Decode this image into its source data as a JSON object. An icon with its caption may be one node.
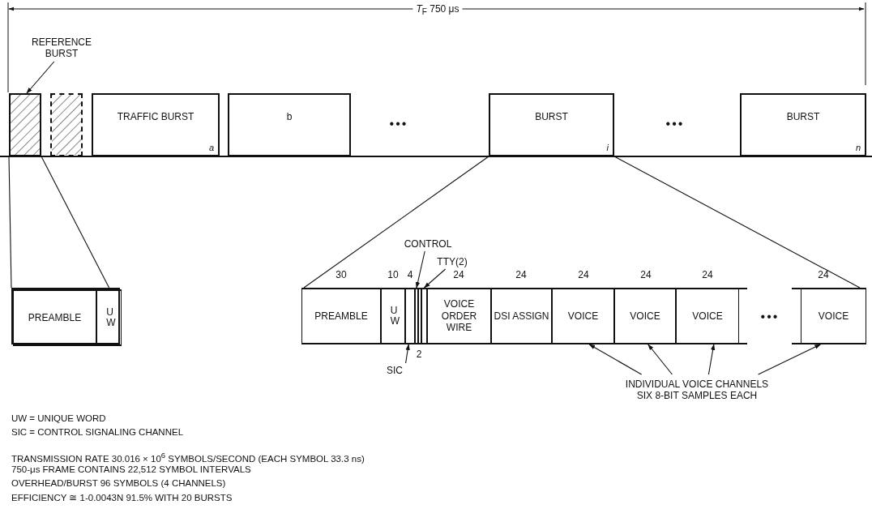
{
  "diagram": {
    "nodes": [
      {
        "text": [
          "REFERENCE BURST"
        ]
      },
      {
        "text": [],
        "shape": "box"
      },
      {
        "text": [],
        "shape": "box"
      },
      {
        "text": [
          "TRAFFIC BURST",
          "a"
        ]
      },
      {
        "text": [
          "b"
        ]
      },
      {
        "text": [
          "BURST",
          "i"
        ]
      },
      {
        "text": [
          "BURST",
          "n"
        ]
      },
      {
        "text": [],
        "shape": "box"
      },
      {
        "text": [
          "PREAMBLE"
        ],
        "in": 7
      },
      {
        "text": [
          "UW"
        ],
        "in": 7
      },
      {
        "text": [
          "CONTROL"
        ]
      },
      {
        "text": [
          "TTY(2)"
        ]
      },
      {
        "text": [
          "PREAMBLE"
        ]
      },
      {
        "text": [
          "UW"
        ]
      },
      {
        "text": [],
        "shape": "box"
      },
      {
        "text": [],
        "shape": "box"
      },
      {
        "text": [],
        "shape": "box"
      },
      {
        "text": [],
        "shape": "box"
      },
      {
        "text": [
          "VOICE ORDER WIRE"
        ]
      },
      {
        "text": [
          "DSI ASSIGN"
        ]
      },
      {
        "text": [
          "VOICE"
        ]
      },
      {
        "text": [
          "VOICE"
        ]
      },
      {
        "text": [
          "VOICE"
        ]
      },
      {
        "text": [
          "VOICE"
        ]
      },
      {
        "text": [
          "SIC"
        ]
      },
      {
        "text": [
          "INDIVIDUAL VOICE CHANNELS SIX 8-BIT SAMPLES EACH"
        ]
      }
    ],
    "edges": [
      {
        "from": 0,
        "to": 1,
        "arrow": "to"
      },
      {
        "from": 1,
        "to": 7,
        "arrow": "none"
      },
      {
        "from": 1,
        "to": 7,
        "arrow": "none"
      },
      {
        "from": 5,
        "to": 12,
        "arrow": "none"
      },
      {
        "from": 5,
        "to": 23,
        "arrow": "none"
      },
      {
        "from": 10,
        "to": 15,
        "arrow": "to"
      },
      {
        "from": 11,
        "to": 17,
        "arrow": "to"
      },
      {
        "from": 24,
        "to": 14,
        "arrow": "to"
      },
      {
        "from": 25,
        "to": 20,
        "arrow": "to"
      },
      {
        "from": 25,
        "to": 21,
        "arrow": "to"
      },
      {
        "from": 25,
        "to": 22,
        "arrow": "to"
      },
      {
        "from": 25,
        "to": 23,
        "arrow": "to"
      }
    ],
    "labels": [
      "*T*$_{F}$ 750 μs",
      "•••",
      "•••",
      "30",
      "10",
      "4",
      "24",
      "24",
      "24",
      "24",
      "24",
      "24",
      "2",
      "•••",
      "UW = UNIQUE WORD",
      "SIC = CONTROL SIGNALING CHANNEL",
      "TRANSMISSION RATE 30.016 × 10$^{6}$ SYMBOLS/SECOND (EACH SYMBOL 33.3 ns)",
      "750-μs FRAME CONTAINS 22,512 SYMBOL INTERVALS",
      "OVERHEAD/BURST 96 SYMBOLS (4 CHANNELS)",
      "EFFICIENCY ≅ 1-0.0043N 91.5% WITH 20 BURSTS"
    ]
  }
}
